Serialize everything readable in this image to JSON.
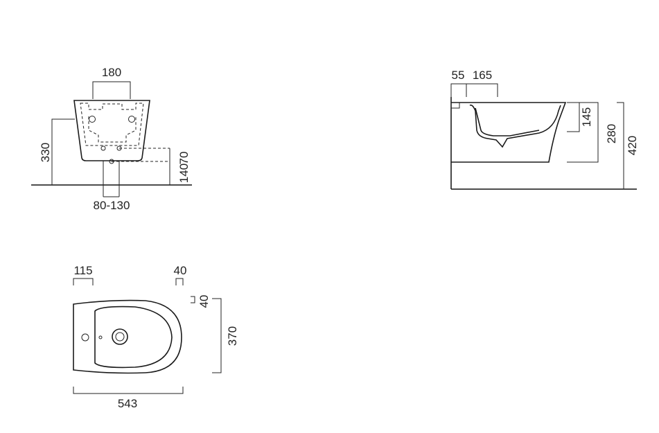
{
  "front_view": {
    "dim_top": "180",
    "dim_left": "330",
    "dim_right_outer": "140",
    "dim_right_inner": "70",
    "dim_bottom": "80-130"
  },
  "side_view": {
    "dim_top_a": "55",
    "dim_top_b": "165",
    "dim_v_1": "145",
    "dim_v_2": "280",
    "dim_v_3": "420"
  },
  "top_view": {
    "dim_top_left": "115",
    "dim_top_right": "40",
    "dim_right_small": "40",
    "dim_right_height": "370",
    "dim_bottom_width": "543"
  }
}
